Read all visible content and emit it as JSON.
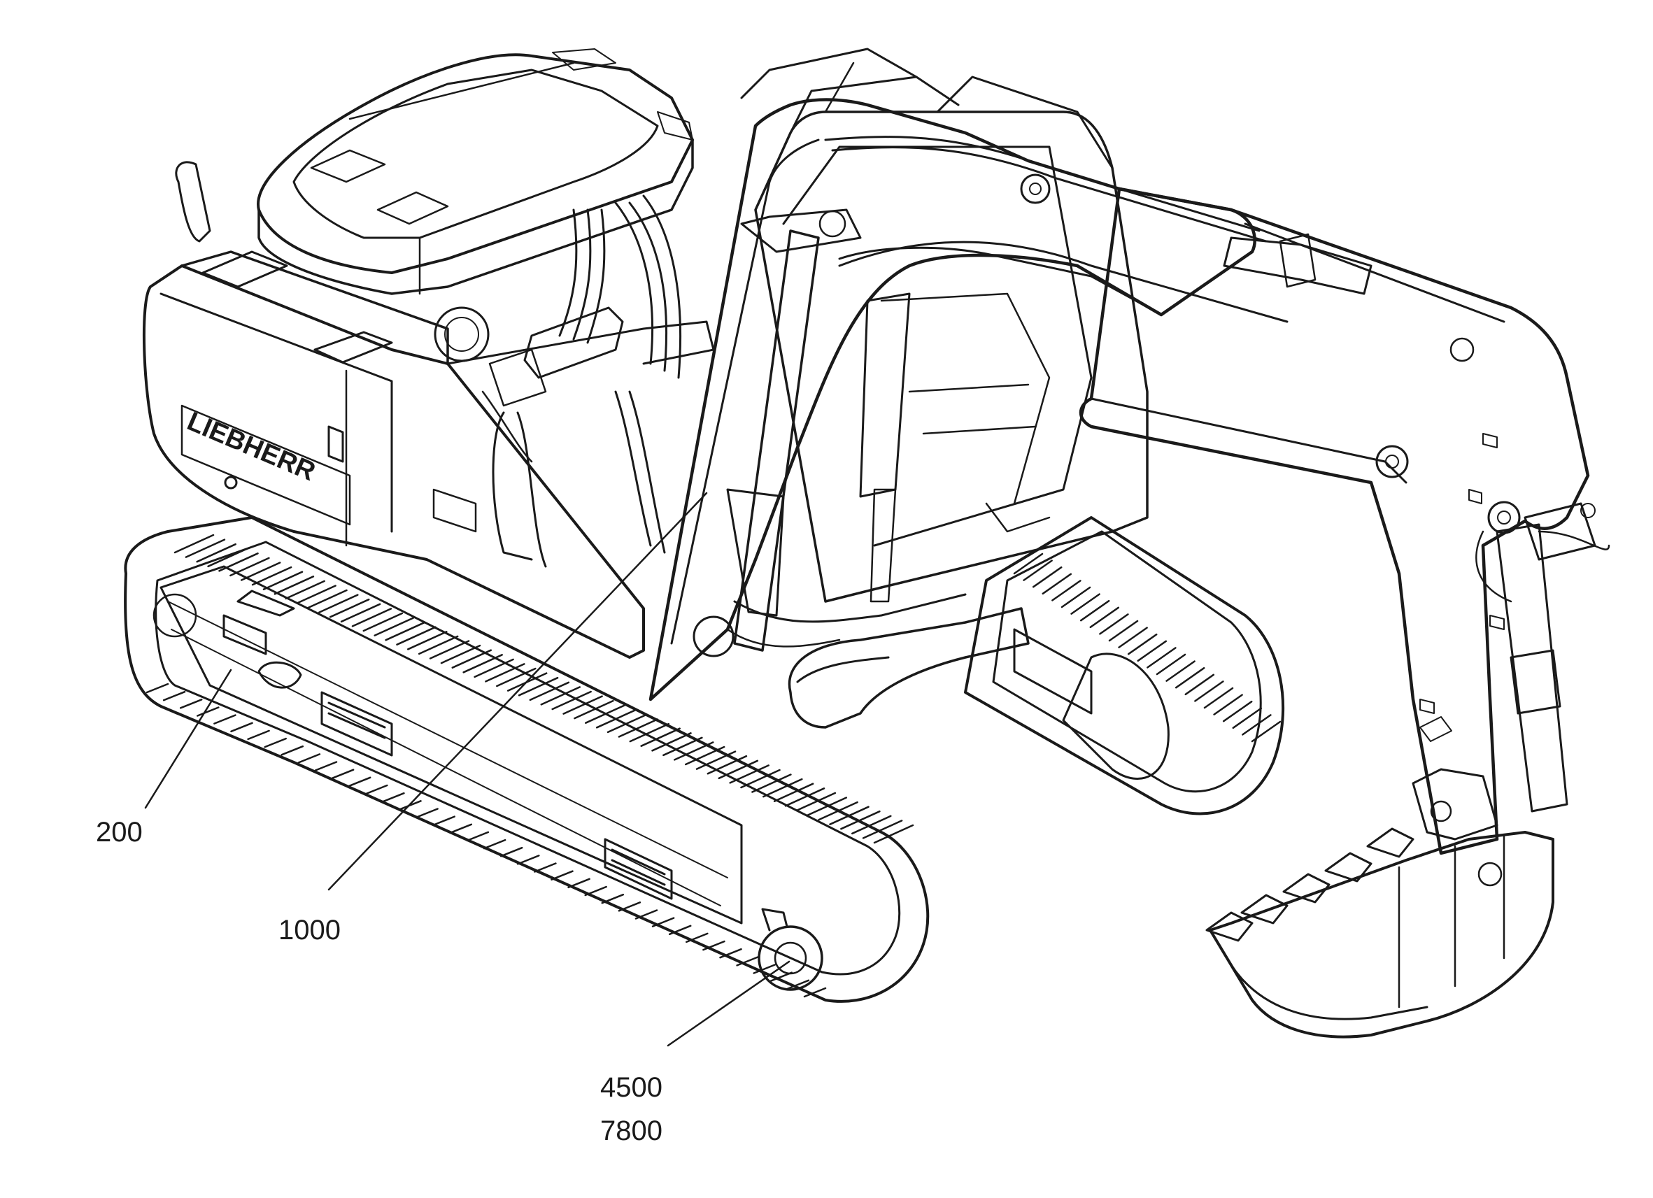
{
  "diagram": {
    "brand": "LIEBHERR",
    "callouts": [
      {
        "id": "200",
        "label": "200"
      },
      {
        "id": "1000",
        "label": "1000"
      },
      {
        "id": "4500",
        "label": "4500"
      },
      {
        "id": "7800",
        "label": "7800"
      }
    ]
  },
  "colors": {
    "line": "#1a1a1a",
    "background": "#ffffff"
  }
}
